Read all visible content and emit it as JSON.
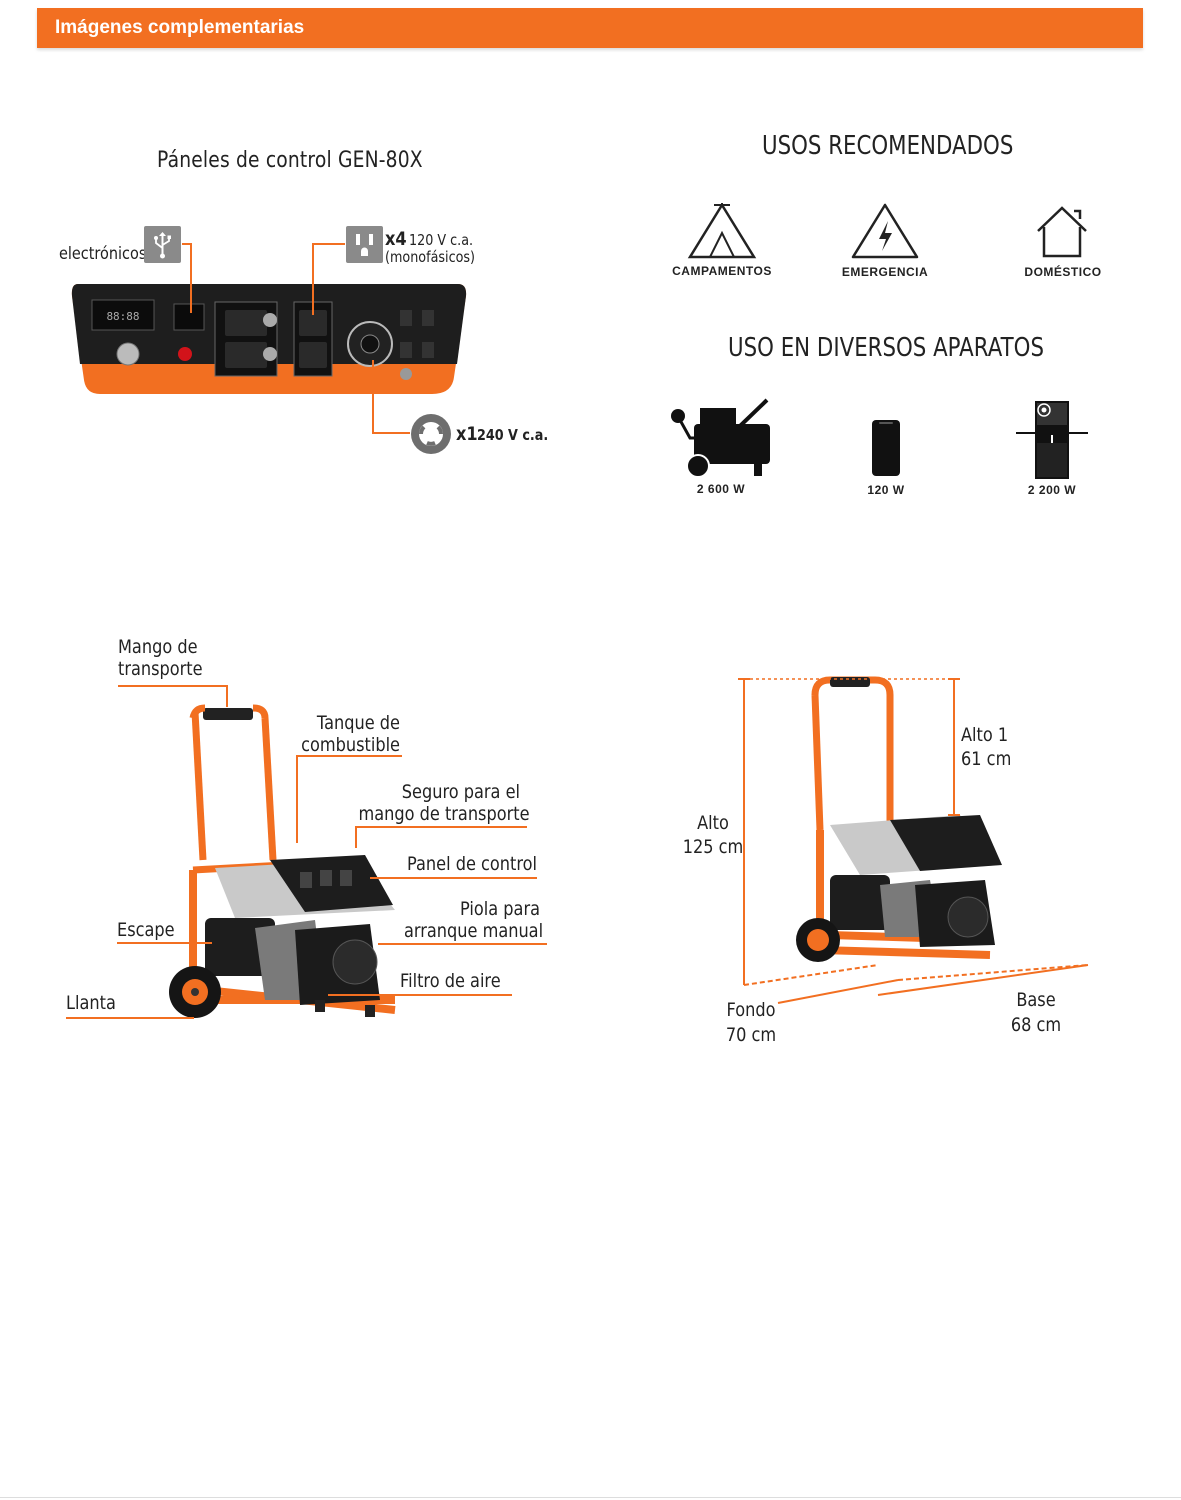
{
  "header": {
    "title": "Imágenes complementarias"
  },
  "panel_section": {
    "title": "Páneles de control GEN-80X",
    "usb_label": "electrónicos",
    "outlet_count": "x4",
    "outlet_voltage": "120 V c.a.",
    "outlet_type": "(monofásicos)",
    "twist_count": "x1",
    "twist_voltage": "240 V c.a."
  },
  "uses": {
    "title": "USOS RECOMENDADOS",
    "items": [
      {
        "icon": "tent-icon",
        "label": "CAMPAMENTOS"
      },
      {
        "icon": "emergency-icon",
        "label": "EMERGENCIA"
      },
      {
        "icon": "house-icon",
        "label": "DOMÉSTICO"
      }
    ]
  },
  "appliances": {
    "title": "USO EN DIVERSOS APARATOS",
    "items": [
      {
        "icon": "compressor-icon",
        "watts": "2 600 W"
      },
      {
        "icon": "phone-icon",
        "watts": "120 W"
      },
      {
        "icon": "refrigerator-icon",
        "watts": "2 200 W"
      }
    ]
  },
  "parts": {
    "handle": "Mango de\ntransporte",
    "tank": "Tanque de\ncombustible",
    "lock": "Seguro para el\nmango de transporte",
    "panel": "Panel de control",
    "starter": "Piola para\narranque manual",
    "exhaust": "Escape",
    "filter": "Filtro de aire",
    "wheel": "Llanta"
  },
  "dimensions": {
    "height_label": "Alto",
    "height_value": "125 cm",
    "height1_label": "Alto 1",
    "height1_value": "61 cm",
    "depth_label": "Fondo",
    "depth_value": "70 cm",
    "base_label": "Base",
    "base_value": "68 cm"
  },
  "colors": {
    "accent": "#f26f21",
    "dark": "#222222"
  }
}
